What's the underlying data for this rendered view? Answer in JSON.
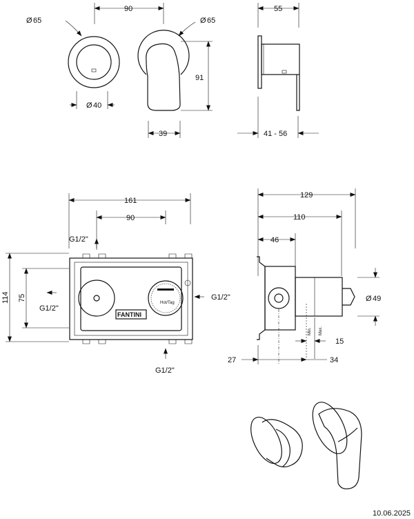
{
  "dims": {
    "top_dia_left": "65",
    "top_width": "90",
    "top_dia_right": "65",
    "top_depth": "55",
    "top_height": "91",
    "top_dia_inner": "40",
    "top_lever": "39",
    "top_range": "41 - 56",
    "box_width": "161",
    "box_span": "90",
    "box_height": "114",
    "box_inner_height": "75",
    "side_total": "129",
    "side_110": "110",
    "side_46": "46",
    "side_dia": "49",
    "side_15": "15",
    "side_27": "27",
    "side_34": "34"
  },
  "threads": {
    "top": "G1/2\"",
    "left": "G1/2\"",
    "right": "G1/2\"",
    "bottom": "G1/2\""
  },
  "labels": {
    "brand": "FANTINI",
    "dial": "Hot/Tag",
    "min": "Min.",
    "max": "Max.",
    "dia_symbol": "Ø"
  },
  "date": "10.06.2025"
}
